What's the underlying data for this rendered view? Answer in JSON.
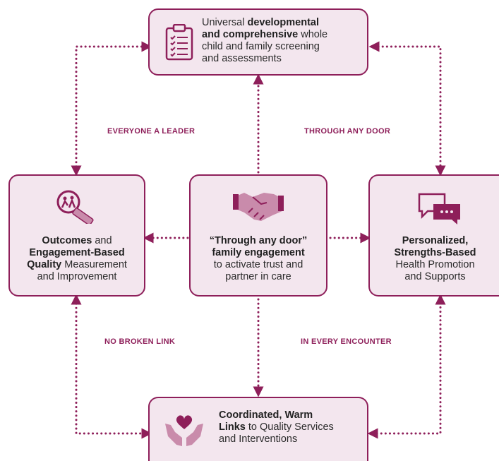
{
  "top_box": {
    "parts": [
      "Universal ",
      "developmental",
      "and comprehensive",
      " whole",
      "child and family screening",
      "and assessments"
    ]
  },
  "left_box": {
    "l1": "Outcomes",
    "l1b": " and",
    "l2": "Engagement-Based",
    "l3": "Quality",
    "l3b": " Measurement",
    "l4": "and Improvement"
  },
  "center_box": {
    "l1": "“Through any door”",
    "l2": "family engagement",
    "l3": "to activate trust and",
    "l4": "partner in care"
  },
  "right_box": {
    "l1": "Personalized,",
    "l2": "Strengths-Based",
    "l3": "Health Promotion",
    "l4": "and Supports"
  },
  "bottom_box": {
    "l1": "Coordinated, Warm",
    "l2a": "Links",
    "l2b": " to Quality Services",
    "l3": "and Interventions"
  },
  "labels": {
    "everyone_leader": "EVERYONE A LEADER",
    "through_any_door": "THROUGH ANY DOOR",
    "no_broken_link": "NO BROKEN LINK",
    "in_every_encounter": "IN EVERY ENCOUNTER"
  },
  "colors": {
    "accent": "#8e1f5a",
    "box_fill": "#f3e6ee",
    "icon_fill": "#c98bab"
  },
  "icons": [
    "clipboard-icon",
    "magnifier-icon",
    "handshake-icon",
    "chat-bubbles-icon",
    "heart-hands-icon"
  ]
}
